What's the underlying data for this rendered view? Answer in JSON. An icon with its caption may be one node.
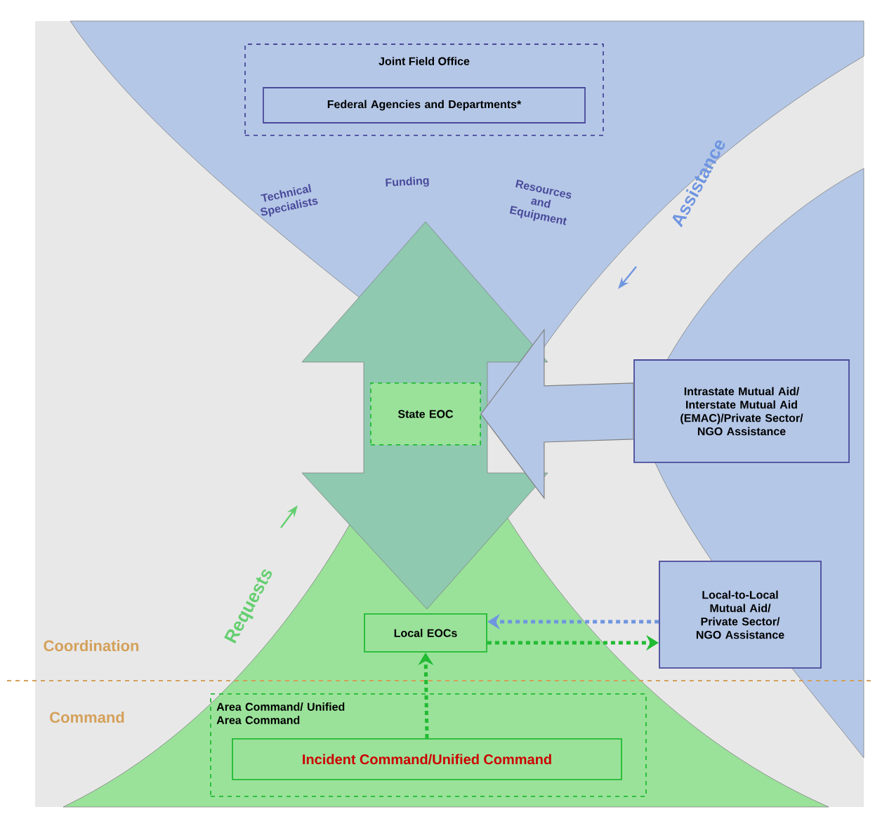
{
  "diagram": {
    "nodes": [
      {
        "text": [
          "Joint Field Office"
        ]
      },
      {
        "text": [
          "Federal Agencies and Departments*"
        ],
        "in": 0
      },
      {
        "text": [
          "State EOC"
        ]
      },
      {
        "text": [
          "Intrastate Mutual Aid/ Interstate Mutual Aid (EMAC)/Private Sector/ NGO Assistance"
        ]
      },
      {
        "text": [
          "Local EOCs"
        ]
      },
      {
        "text": [
          "Local-to-Local Mutual Aid/ Private Sector/ NGO Assistance"
        ]
      },
      {
        "text": [
          "Area Command/ Unified Area Command"
        ]
      },
      {
        "text": [
          "Incident Command/Unified Command"
        ],
        "in": 6
      }
    ],
    "edges": [
      {
        "from": 3,
        "to": 2,
        "arrow": "to",
        "style": "thick",
        "color": "#b4c7e7"
      },
      {
        "from": 7,
        "to": 4,
        "arrow": "to",
        "style": "dashed",
        "color": "#22bb33"
      },
      {
        "from": 5,
        "to": 4,
        "arrow": "to",
        "style": "dashed",
        "color": "#6f95e0"
      },
      {
        "from": 4,
        "to": 5,
        "arrow": "to",
        "style": "dashed",
        "color": "#22bb33"
      }
    ],
    "labels": [
      "Technical Specialists",
      "Funding",
      "Resources and Equipment",
      "Assistance",
      "Requests",
      "Coordination",
      "Command"
    ]
  }
}
